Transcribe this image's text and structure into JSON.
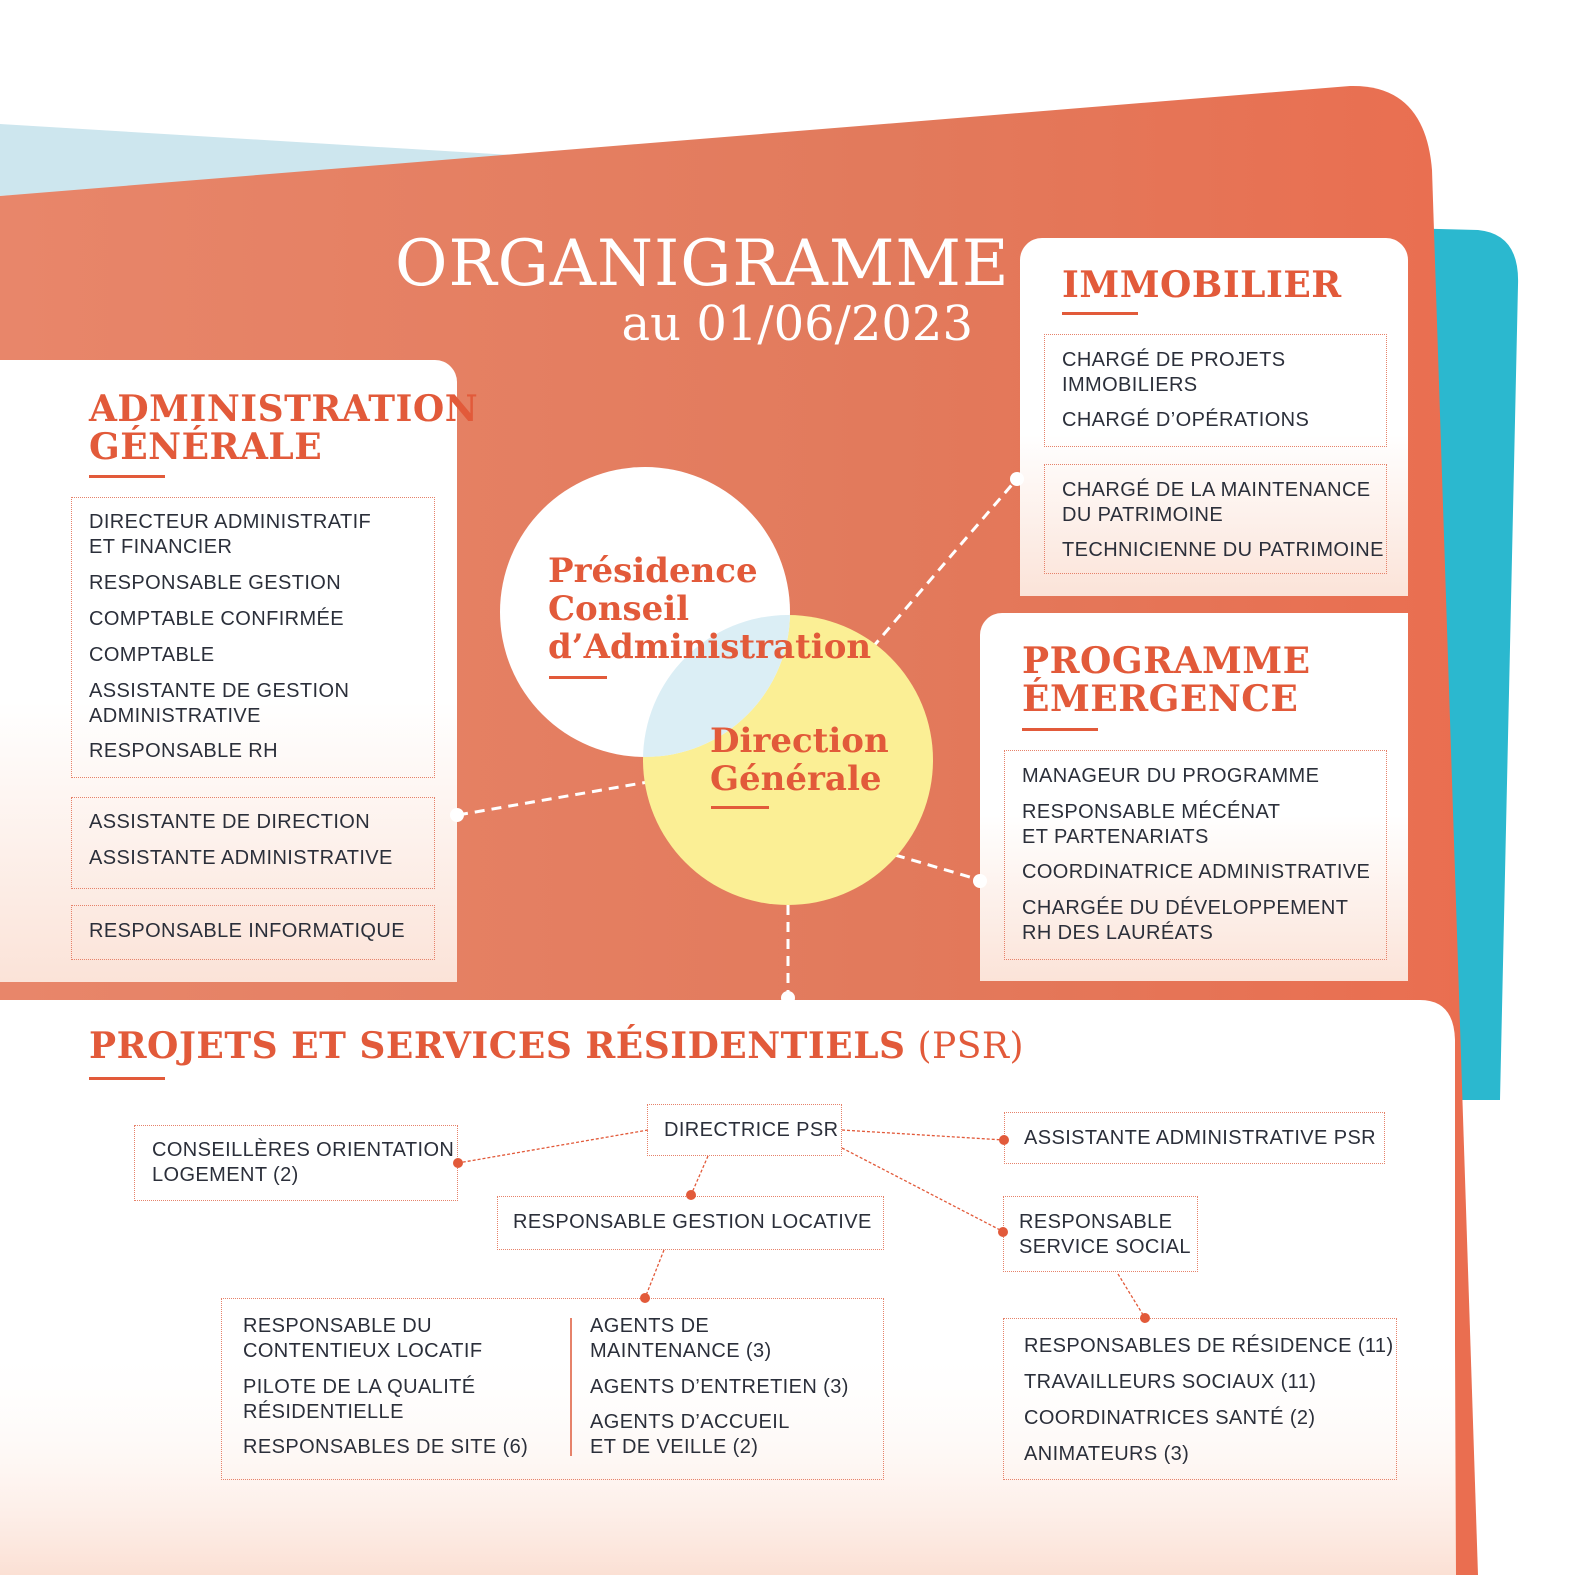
{
  "colors": {
    "accent": "#e25a3a",
    "coral": "#e87a5c",
    "teal": "#2bb8cf",
    "light_blue": "#cfe7ee",
    "yellow": "#fbef95",
    "text": "#2b2f3a"
  },
  "header": {
    "title": "ORGANIGRAMME",
    "subtitle": "au 01/06/2023"
  },
  "center": {
    "presidence": "Présidence\nConseil\nd’Administration",
    "direction": "Direction\nGénérale"
  },
  "admin": {
    "title": "ADMINISTRATION\nGÉNÉRALE",
    "group1": [
      "DIRECTEUR ADMINISTRATIF\nET FINANCIER",
      "RESPONSABLE GESTION",
      "COMPTABLE CONFIRMÉE",
      "COMPTABLE",
      "ASSISTANTE DE GESTION\nADMINISTRATIVE",
      "RESPONSABLE RH"
    ],
    "group2": [
      "ASSISTANTE DE DIRECTION",
      "ASSISTANTE ADMINISTRATIVE"
    ],
    "group3": [
      "RESPONSABLE INFORMATIQUE"
    ]
  },
  "immobilier": {
    "title": "IMMOBILIER",
    "group1": [
      "CHARGÉ DE PROJETS\nIMMOBILIERS",
      "CHARGÉ D’OPÉRATIONS"
    ],
    "group2": [
      "CHARGÉ DE LA MAINTENANCE\nDU PATRIMOINE",
      "TECHNICIENNE DU PATRIMOINE"
    ]
  },
  "programme": {
    "title": "PROGRAMME\nÉMERGENCE",
    "items": [
      "MANAGEUR DU PROGRAMME",
      "RESPONSABLE MÉCÉNAT\nET PARTENARIATS",
      "COORDINATRICE ADMINISTRATIVE",
      "CHARGÉE DU DÉVELOPPEMENT\nRH DES LAURÉATS"
    ]
  },
  "psr": {
    "title": "PROJETS ET SERVICES RÉSIDENTIELS",
    "title_suffix": "(PSR)",
    "directrice": "DIRECTRICE PSR",
    "conseilleres": "CONSEILLÈRES ORIENTATION\nLOGEMENT (2)",
    "assistante": "ASSISTANTE ADMINISTRATIVE PSR",
    "gestion_locative": "RESPONSABLE GESTION LOCATIVE",
    "service_social": "RESPONSABLE\nSERVICE SOCIAL",
    "locative_left": [
      "RESPONSABLE DU\nCONTENTIEUX LOCATIF",
      "PILOTE DE LA QUALITÉ\nRÉSIDENTIELLE",
      "RESPONSABLES DE SITE (6)"
    ],
    "locative_right": [
      "AGENTS DE\nMAINTENANCE (3)",
      "AGENTS D’ENTRETIEN (3)",
      "AGENTS D’ACCUEIL\nET DE VEILLE (2)"
    ],
    "social_items": [
      "RESPONSABLES DE RÉSIDENCE (11)",
      "TRAVAILLEURS SOCIAUX (11)",
      "COORDINATRICES SANTÉ (2)",
      "ANIMATEURS (3)"
    ]
  }
}
